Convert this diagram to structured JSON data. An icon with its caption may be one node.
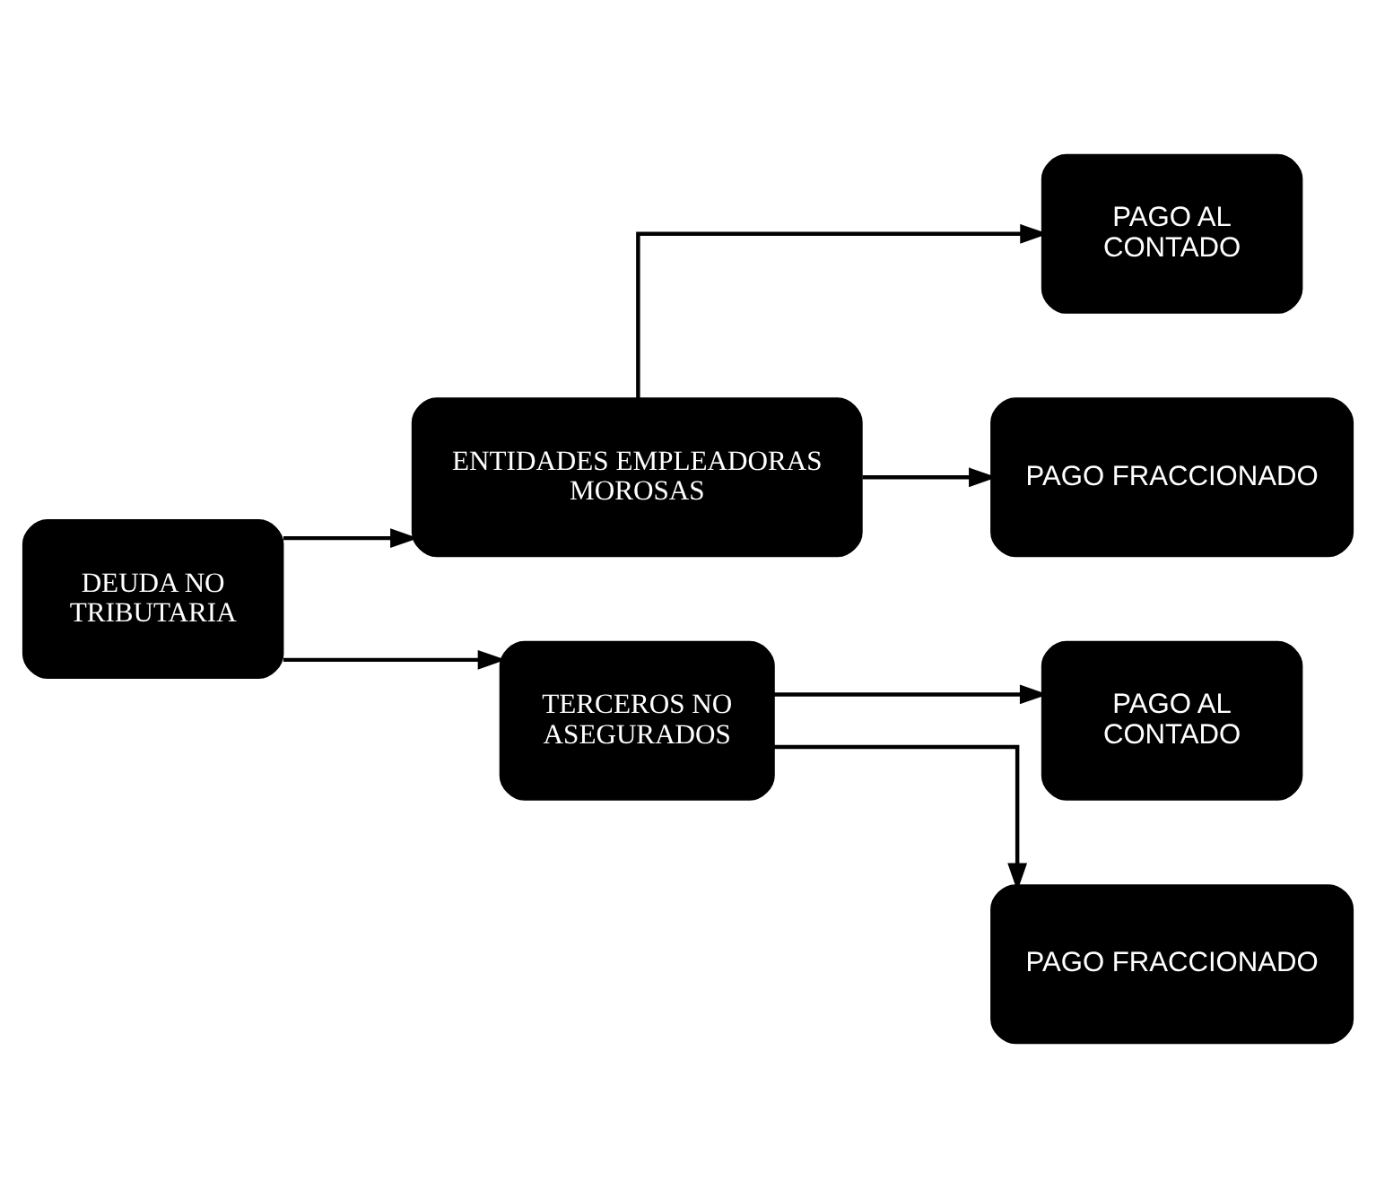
{
  "diagram": {
    "nodes": [
      {
        "text": [
          "DEUDA NO TRIBUTARIA"
        ]
      },
      {
        "text": [
          "ENTIDADES EMPLEADORAS MOROSAS"
        ]
      },
      {
        "text": [
          "PAGO AL CONTADO"
        ]
      },
      {
        "text": [
          "PAGO FRACCIONADO"
        ]
      },
      {
        "text": [
          "TERCEROS NO ASEGURADOS"
        ]
      },
      {
        "text": [
          "PAGO AL CONTADO"
        ]
      },
      {
        "text": [
          "PAGO FRACCIONADO"
        ]
      }
    ],
    "edges": [
      {
        "from": 0,
        "to": 1,
        "arrow": "to"
      },
      {
        "from": 0,
        "to": 4,
        "arrow": "to"
      },
      {
        "from": 1,
        "to": 2,
        "arrow": "to"
      },
      {
        "from": 1,
        "to": 3,
        "arrow": "to"
      },
      {
        "from": 4,
        "to": 5,
        "arrow": "to"
      },
      {
        "from": 4,
        "to": 6,
        "arrow": "to"
      }
    ]
  }
}
